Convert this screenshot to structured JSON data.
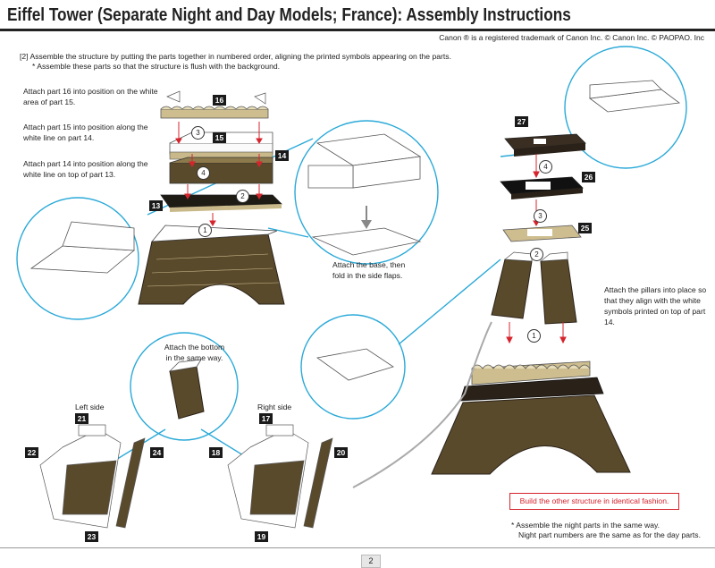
{
  "header": {
    "title": "Eiffel Tower (Separate Night and Day Models; France): Assembly Instructions",
    "trademark": "Canon ® is a registered trademark of Canon Inc. © Canon Inc. © PAOPAO. Inc"
  },
  "intro": {
    "line1": "[2] Assemble the structure by putting the parts together in numbered order, aligning the printed symbols appearing on the parts.",
    "line2": "* Assemble these parts so that the structure is flush with the background."
  },
  "notes": {
    "part16": "Attach part 16 into position on the white area of part 15.",
    "part15": "Attach part 15 into position along the white line on part 14.",
    "part14": "Attach part 14 into position along the white line on top of part 13.",
    "base": "Attach the base, then fold in the side flaps.",
    "bottom": "Attach the bottom in the same way.",
    "pillars": "Attach the pillars into place so that they align with the white symbols printed on top of part 14."
  },
  "parts": {
    "p13": "13",
    "p14": "14",
    "p15": "15",
    "p16": "16",
    "p17": "17",
    "p18": "18",
    "p19": "19",
    "p20": "20",
    "p21": "21",
    "p22": "22",
    "p23": "23",
    "p24": "24",
    "p25": "25",
    "p26": "26",
    "p27": "27"
  },
  "steps": {
    "s1": "1",
    "s2": "2",
    "s3": "3",
    "s4": "4"
  },
  "labels": {
    "left_side": "Left side",
    "right_side": "Right side"
  },
  "callout": "Build the other structure in identical fashion.",
  "footnote": {
    "line1": "* Assemble the night parts in the same way.",
    "line2": "Night part numbers are the same as for the day parts."
  },
  "page_number": "2",
  "colors": {
    "accent_red": "#d6242d",
    "circle_blue": "#2aa9d8",
    "bronze": "#5a4a2c",
    "tan": "#c9b98a",
    "dark": "#2a2118"
  }
}
